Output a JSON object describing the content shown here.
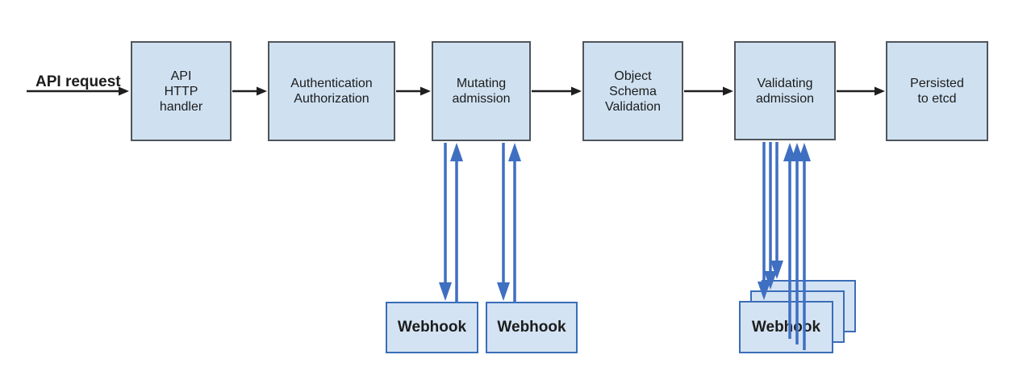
{
  "diagram": {
    "request_label": "API request",
    "nodes": [
      {
        "id": "api-http-handler",
        "label": "API\nHTTP\nhandler"
      },
      {
        "id": "authentication-authorization",
        "label": "Authentication\nAuthorization"
      },
      {
        "id": "mutating-admission",
        "label": "Mutating\nadmission"
      },
      {
        "id": "object-schema-validation",
        "label": "Object\nSchema\nValidation"
      },
      {
        "id": "validating-admission",
        "label": "Validating\nadmission"
      },
      {
        "id": "persisted-to-etcd",
        "label": "Persisted\nto etcd"
      }
    ],
    "mutating_webhooks": [
      {
        "label": "Webhook"
      },
      {
        "label": "Webhook"
      }
    ],
    "validating_webhook_stack": {
      "front_label": "Webhook",
      "count": 3
    }
  },
  "colors": {
    "background": "#ffffff",
    "node_fill": "#cfe1f1",
    "node_border": "#50555c",
    "webhook_fill": "#d4e3f3",
    "webhook_border": "#3a6db8",
    "flow_arrow": "#1f1f1f",
    "webhook_arrow": "#3f6fc1",
    "text": "#1c1c1c"
  }
}
